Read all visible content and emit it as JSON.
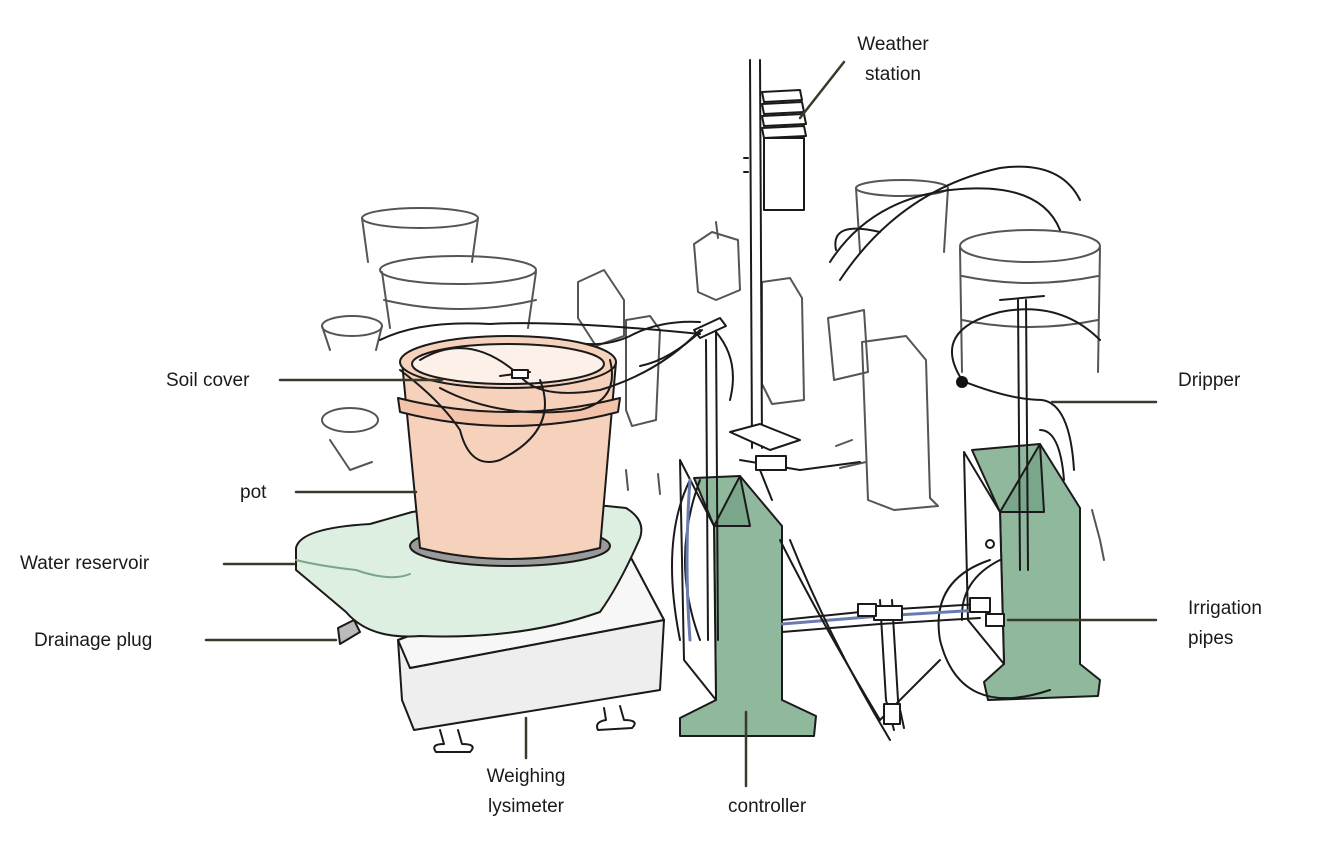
{
  "labels": {
    "weather_station": [
      "Weather",
      "station"
    ],
    "soil_cover": "Soil cover",
    "pot": "pot",
    "water_reservoir": "Water reservoir",
    "drainage_plug": "Drainage plug",
    "weighing_lysimeter": [
      "Weighing",
      "lysimeter"
    ],
    "controller": "controller",
    "dripper": "Dripper",
    "irrigation_pipes": [
      "Irrigation",
      "pipes"
    ]
  },
  "colors": {
    "pot_fill": "#f6d2bd",
    "reservoir_fill": "#dcefe0",
    "controller_fill": "#8fb89d",
    "line": "#1a1a1a",
    "sketch_gray": "#555555",
    "leader": "#3b3a2a"
  }
}
